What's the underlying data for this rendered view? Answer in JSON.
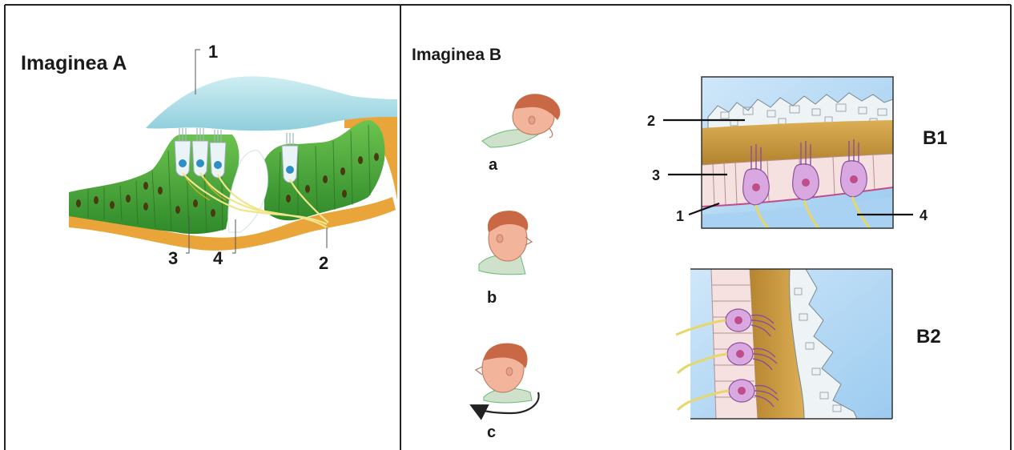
{
  "panel_a": {
    "title": "Imaginea A",
    "labels": {
      "l1": "1",
      "l2": "2",
      "l3": "3",
      "l4": "4"
    }
  },
  "panel_b": {
    "title": "Imaginea B",
    "head_labels": {
      "a": "a",
      "b": "b",
      "c": "c"
    },
    "b1": {
      "title": "B1",
      "l1": "1",
      "l2": "2",
      "l3": "3",
      "l4": "4"
    },
    "b2": {
      "title": "B2"
    }
  },
  "colors": {
    "cupula": "#a9dde6",
    "epithelium": "#4fae3c",
    "base_membrane": "#e9a53a",
    "hair_cell": "#d9a8e0",
    "gel": "#c79a3e",
    "otolith": "#e8eef3",
    "frame_bg": "#bcdcf4",
    "skin": "#f2b49a",
    "hair": "#c86845"
  }
}
